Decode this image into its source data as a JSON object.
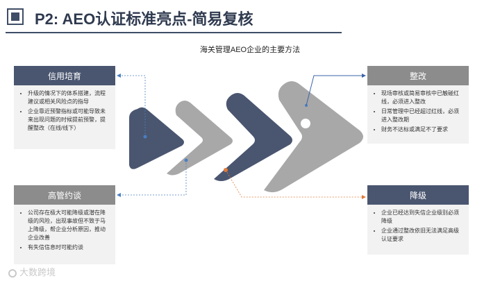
{
  "header": {
    "title": "P2: AEO认证标准亮点-简易复核"
  },
  "diagram": {
    "subtitle": "海关管理AEO企业的主要方法"
  },
  "cards": {
    "credit": {
      "title": "信用培育",
      "items": [
        "升级的情况下的体系搭建，流程建议或相关风险点的指导",
        "企业靠近预警指标或可能导致未来出现问题的时候提前预警，提醒整改（在线/线下）"
      ]
    },
    "interview": {
      "title": "高管约谈",
      "items": [
        "公司存在极大可能降级或潜在降级的风险，出现事故但不致于马上降级，帮企业分析原因，推动企业改善",
        "有失信信息时可能约谈"
      ]
    },
    "rectify": {
      "title": "整改",
      "items": [
        "现场审核或简易审核中已触碰红线，必须进入整改",
        "日常管理中已经超过红线，必须进入整改期",
        "财务不达标或满足不了要求"
      ]
    },
    "downgrade": {
      "title": "降级",
      "items": [
        "企业已经达到失信企业级别必须降级",
        "企业通过整改依旧无法满足高级认证要求"
      ]
    }
  },
  "watermark": {
    "text": "大数跨境"
  },
  "colors": {
    "dark": "#4a5670",
    "gray": "#8c8c8c",
    "arrow_gray": "#a8a8a8",
    "orange": "#e07b39",
    "blue": "#4a7fc1"
  }
}
